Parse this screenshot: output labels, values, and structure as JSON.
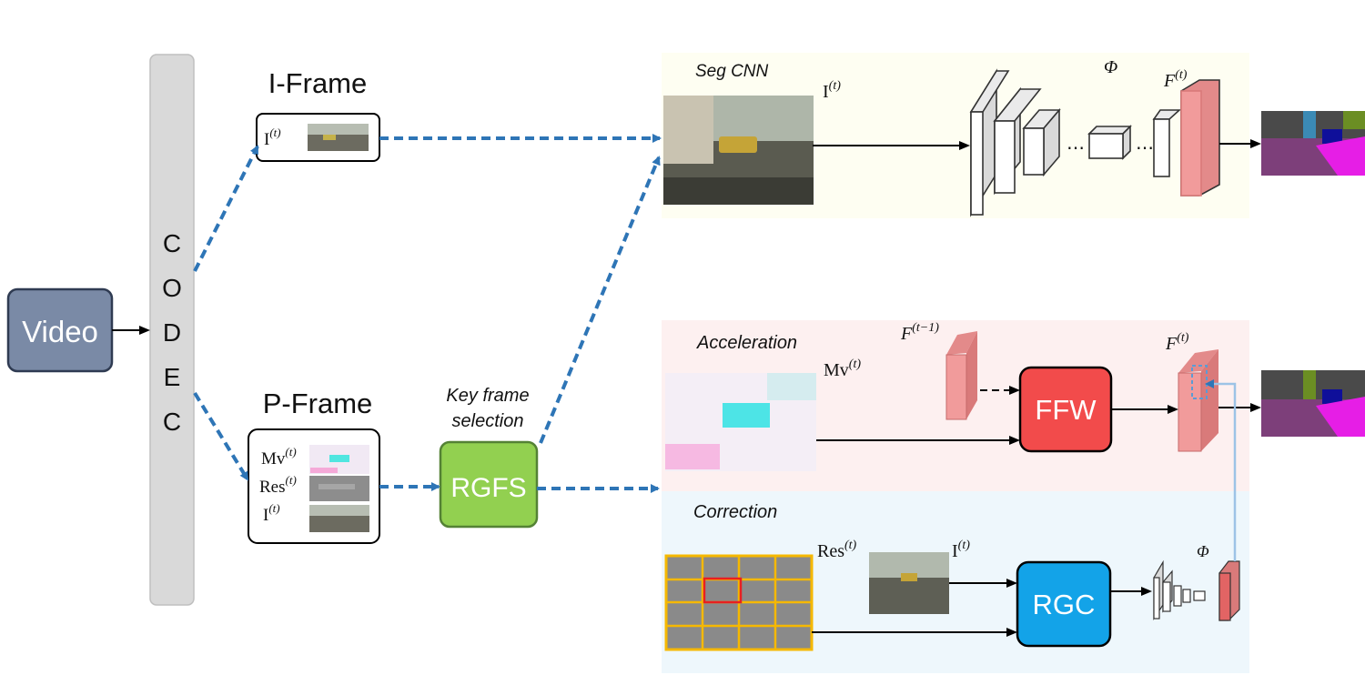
{
  "nodes": {
    "video": "Video",
    "codec": [
      "C",
      "O",
      "D",
      "E",
      "C"
    ],
    "i_frame_title": "I-Frame",
    "p_frame_title": "P-Frame",
    "key_frame_selection": "Key frame\nselection",
    "rgfs": "RGFS",
    "ffw": "FFW",
    "rgc": "RGC"
  },
  "i_frame_card": {
    "i": "I"
  },
  "p_frame_card": {
    "mv": "Mv",
    "res": "Res",
    "i": "I"
  },
  "sections": {
    "seg_cnn": "Seg CNN",
    "acceleration": "Acceleration",
    "correction": "Correction"
  },
  "symbols": {
    "phi": "Φ",
    "feature": "F",
    "sup_t": "(t)",
    "sup_t_minus_1": "(t−1)",
    "ellipsis": "…",
    "i_base": "I",
    "mv_base": "Mv",
    "res_base": "Res"
  },
  "colors": {
    "video_fill": "#7a8aa6",
    "codec_fill": "#d9d9d9",
    "rgfs_fill": "#92d050",
    "ffw_fill": "#f24b4b",
    "rgc_fill": "#13a3e8",
    "arrow_blue": "#2e75b6",
    "seg_bg": "#fefef2",
    "accel_bg": "#fdf0f0",
    "corr_bg": "#eef7fc",
    "feature_pink": "#f19b9b"
  }
}
